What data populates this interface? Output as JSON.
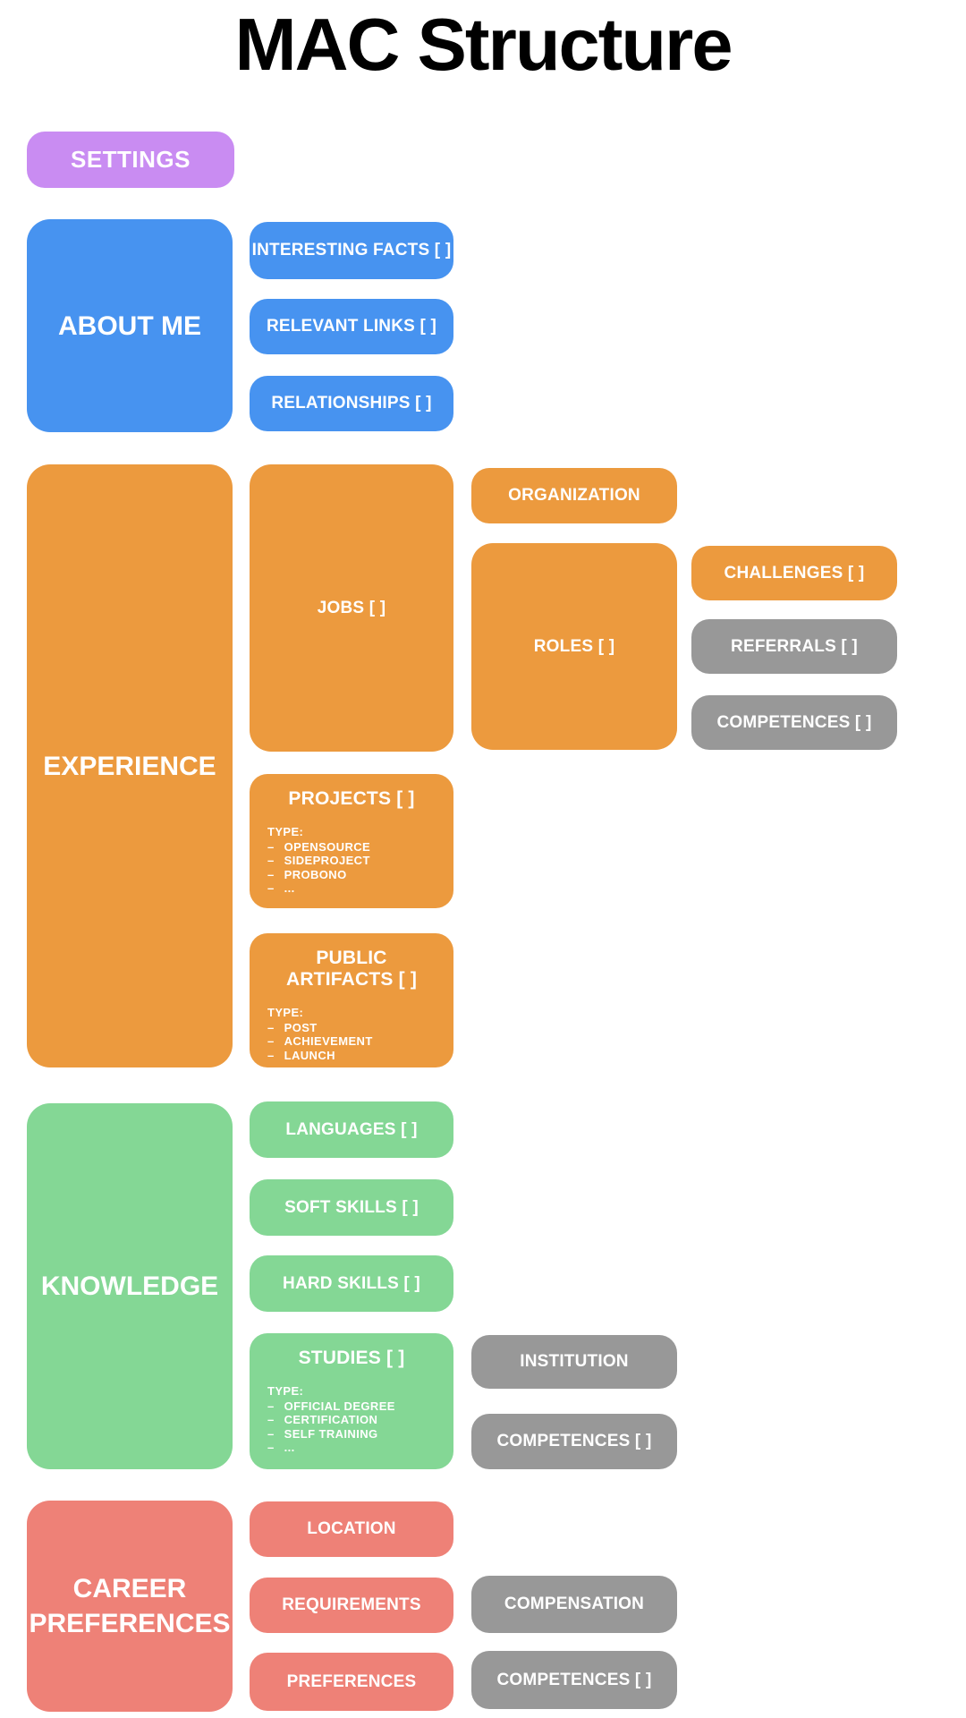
{
  "title": "MAC Structure",
  "settings": {
    "label": "SETTINGS"
  },
  "about": {
    "label": "ABOUT ME",
    "items": {
      "facts": "INTERESTING FACTS [ ]",
      "links": "RELEVANT LINKS [ ]",
      "relationships": "RELATIONSHIPS [ ]"
    }
  },
  "experience": {
    "label": "EXPERIENCE",
    "jobs": {
      "label": "JOBS [ ]",
      "organization": "ORGANIZATION",
      "roles": {
        "label": "ROLES [ ]",
        "challenges": "CHALLENGES [ ]",
        "referrals": "REFERRALS [ ]",
        "competences": "COMPETENCES [ ]"
      }
    },
    "projects": {
      "label": "PROJECTS [ ]",
      "type_heading": "TYPE:",
      "types": [
        "OPENSOURCE",
        "SIDEPROJECT",
        "PROBONO",
        "..."
      ]
    },
    "public_artifacts": {
      "label": "PUBLIC ARTIFACTS [ ]",
      "type_heading": "TYPE:",
      "types": [
        "POST",
        "ACHIEVEMENT",
        "LAUNCH",
        "..."
      ]
    }
  },
  "knowledge": {
    "label": "KNOWLEDGE",
    "items": {
      "languages": "LANGUAGES [ ]",
      "soft_skills": "SOFT SKILLS [ ]",
      "hard_skills": "HARD SKILLS [ ]"
    },
    "studies": {
      "label": "STUDIES [ ]",
      "type_heading": "TYPE:",
      "types": [
        "OFFICIAL DEGREE",
        "CERTIFICATION",
        "SELF TRAINING",
        "..."
      ],
      "institution": "INSTITUTION",
      "competences": "COMPETENCES [ ]"
    }
  },
  "career": {
    "label": "CAREER PREFERENCES",
    "items": {
      "location": "LOCATION",
      "requirements": "REQUIREMENTS",
      "preferences": "PREFERENCES",
      "compensation": "COMPENSATION",
      "competences": "COMPETENCES [ ]"
    }
  },
  "colors": {
    "purple": "#c98cf2",
    "blue": "#4793f0",
    "orange": "#ec9a3e",
    "green": "#84d795",
    "salmon": "#ee8177",
    "gray": "#989898",
    "title_text": "#000000",
    "block_text": "#ffffff",
    "background": "#ffffff"
  }
}
